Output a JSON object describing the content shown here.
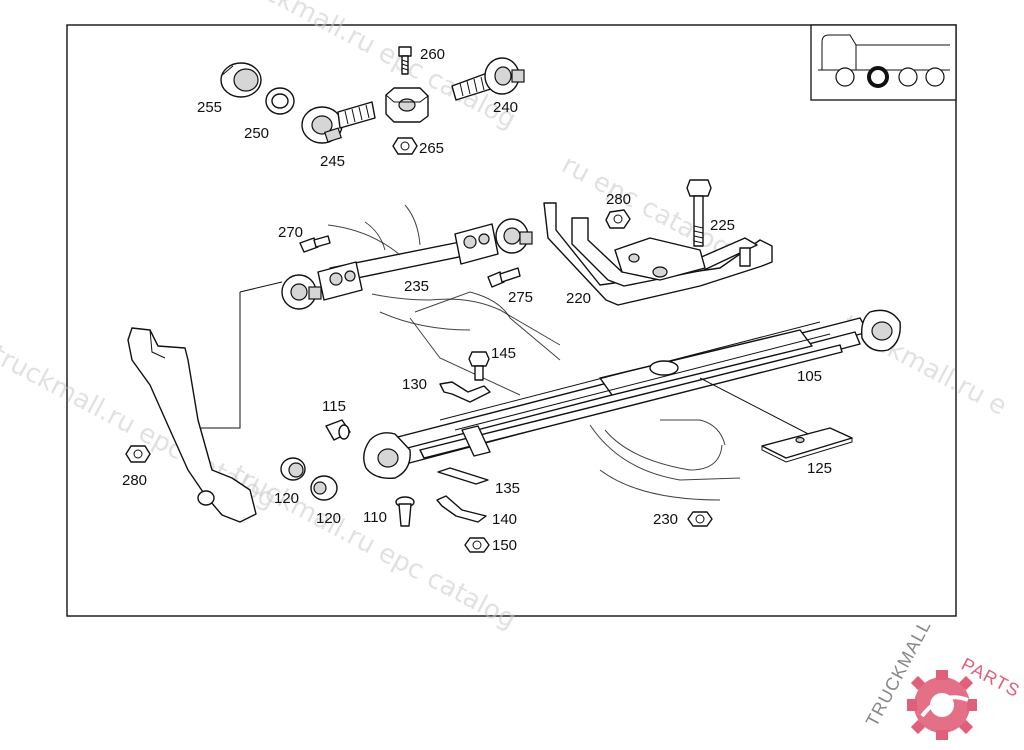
{
  "diagram": {
    "part_labels": {
      "p255": "255",
      "p250": "250",
      "p245": "245",
      "p260": "260",
      "p265": "265",
      "p240": "240",
      "p270": "270",
      "p275": "275",
      "p235": "235",
      "p280a": "280",
      "p225": "225",
      "p220": "220",
      "p145": "145",
      "p130": "130",
      "p105": "105",
      "p115": "115",
      "p280b": "280",
      "p120a": "120",
      "p120b": "120",
      "p110": "110",
      "p135": "135",
      "p140": "140",
      "p150": "150",
      "p125": "125",
      "p230": "230"
    }
  },
  "watermark": {
    "text_a": "truckmall.ru epc catalog",
    "text_b": "ru epc catalog",
    "text_c": "truckmall.ru epc catalog",
    "text_d": "truckmall.ru e",
    "text_e": "truckmall.ru epc catalog"
  },
  "logo": {
    "part1": "TRUCKMALL",
    "part2": "PARTS",
    "accent": "#e0607a"
  },
  "colors": {
    "line": "#111111",
    "watermark": "#c9c9c9"
  }
}
